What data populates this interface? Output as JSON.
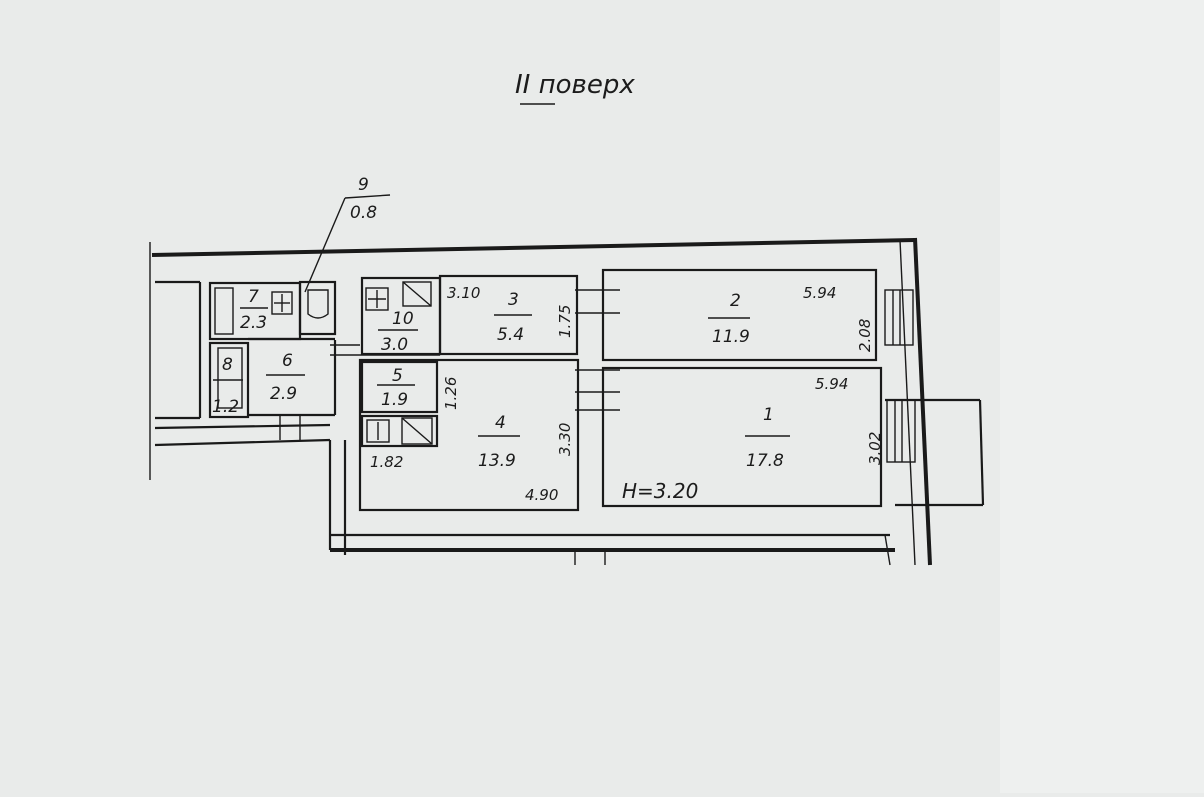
{
  "title": "II поверх",
  "height_label": "H=3.20",
  "rooms": [
    {
      "number": "1",
      "area": "17.8"
    },
    {
      "number": "2",
      "area": "11.9"
    },
    {
      "number": "3",
      "area": "5.4"
    },
    {
      "number": "4",
      "area": "13.9"
    },
    {
      "number": "5",
      "area": "1.9"
    },
    {
      "number": "6",
      "area": "2.9"
    },
    {
      "number": "7",
      "area": "2.3"
    },
    {
      "number": "8",
      "area": "1.2"
    },
    {
      "number": "9",
      "area": "0.8"
    },
    {
      "number": "10",
      "area": "3.0"
    }
  ],
  "dimensions": {
    "room1_width": "5.94",
    "room1_depth": "3.02",
    "room2_width": "5.94",
    "room2_depth": "2.08",
    "room3_width": "3.10",
    "room3_depth": "1.75",
    "room4_width": "4.90",
    "room4_depth": "3.30",
    "room5_depth": "1.26",
    "lower_left": "1.82"
  },
  "colors": {
    "paper": "#e9ebea",
    "ink": "#1a1a1a"
  }
}
